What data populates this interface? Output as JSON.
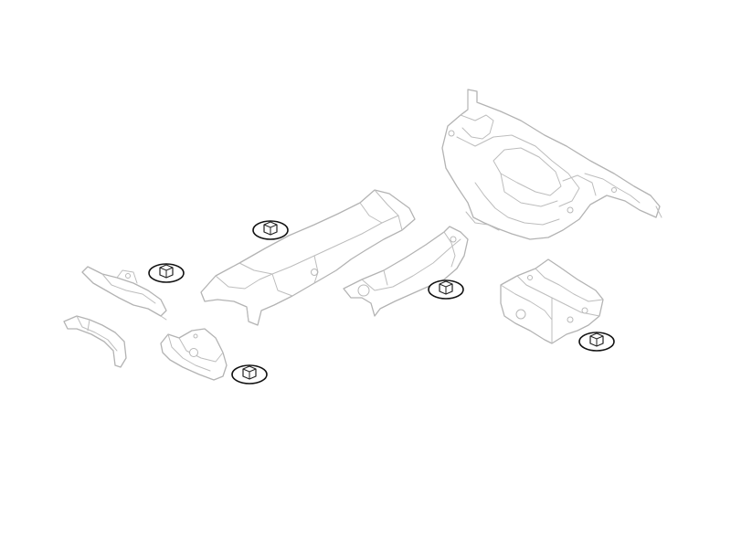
{
  "diagram": {
    "colors": {
      "part_outline": "#b3b3b3",
      "nut_outline": "#111111",
      "background": "#ffffff"
    },
    "parts": [
      {
        "name": "rear-frame-crossmember"
      },
      {
        "name": "center-heat-shield"
      },
      {
        "name": "right-bracket-rail"
      },
      {
        "name": "battery-tray-bracket"
      },
      {
        "name": "left-bracket-upper"
      },
      {
        "name": "left-bracket-lower"
      },
      {
        "name": "small-mounting-bracket"
      }
    ],
    "fasteners": [
      {
        "name": "flange-nut"
      },
      {
        "name": "flange-nut"
      },
      {
        "name": "flange-nut"
      },
      {
        "name": "flange-nut"
      },
      {
        "name": "flange-nut"
      }
    ]
  }
}
